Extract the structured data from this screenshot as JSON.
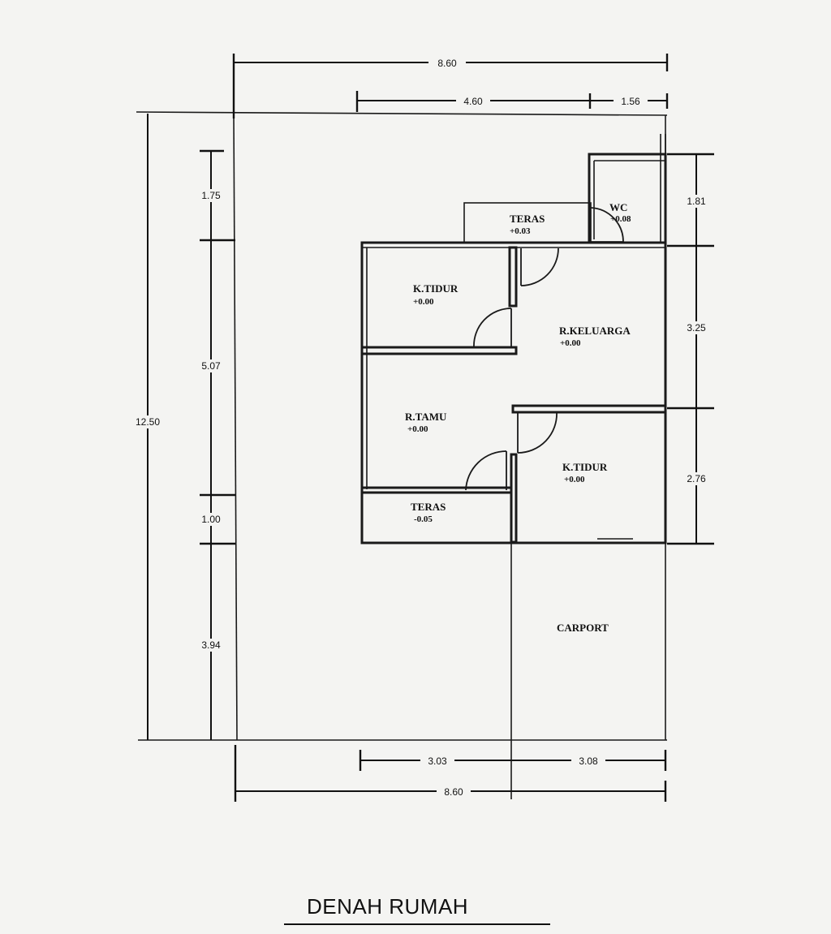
{
  "title": "DENAH RUMAH",
  "rooms": {
    "teras_back": {
      "name": "TERAS",
      "level": "+0.03"
    },
    "wc": {
      "name": "WC",
      "level": "+0.08"
    },
    "k_tidur_1": {
      "name": "K.TIDUR",
      "level": "+0.00"
    },
    "r_keluarga": {
      "name": "R.KELUARGA",
      "level": "+0.00"
    },
    "r_tamu": {
      "name": "R.TAMU",
      "level": "+0.00"
    },
    "k_tidur_2": {
      "name": "K.TIDUR",
      "level": "+0.00"
    },
    "teras_front": {
      "name": "TERAS",
      "level": "-0.05"
    },
    "carport": {
      "name": "CARPORT"
    }
  },
  "dimensions": {
    "top_total": "8.60",
    "top_mid": "4.60",
    "top_right": "1.56",
    "left_total": "12.50",
    "left_1": "1.75",
    "left_2": "5.07",
    "left_3": "1.00",
    "left_4": "3.94",
    "right_1": "1.81",
    "right_2": "3.25",
    "right_3": "2.76",
    "bottom_left": "3.03",
    "bottom_right": "3.08",
    "bottom_total": "8.60"
  }
}
